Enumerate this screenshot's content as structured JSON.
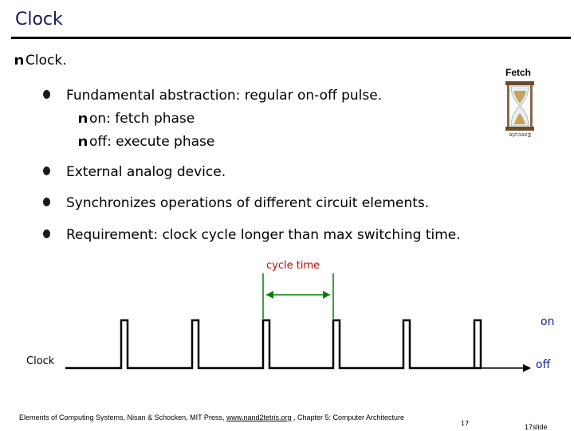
{
  "title": "Clock",
  "bullets": {
    "level1": "Clock.",
    "items": [
      "Fundamental abstraction: regular on-off pulse.",
      "External analog device.",
      "Synchronizes operations of different circuit elements.",
      "Requirement: clock cycle longer than max switching time."
    ],
    "sub_items": [
      "on: fetch phase",
      "off: execute phase"
    ]
  },
  "image": {
    "top_label": "Fetch",
    "bottom_label": "Execute"
  },
  "diagram": {
    "cycle_label": "cycle time",
    "on_label": "on",
    "off_label": "off",
    "signal_label": "Clock"
  },
  "footer": {
    "text_before": "Elements of Computing Systems, Nisan & Schocken, MIT Press, ",
    "link": "www.nand2tetris.org",
    "text_after": " , Chapter 5: Computer Architecture",
    "page": "17",
    "slide": "17slide"
  },
  "colors": {
    "title": "#1a1a5c",
    "accent_red": "#d00000",
    "accent_blue": "#1a1aa0"
  }
}
